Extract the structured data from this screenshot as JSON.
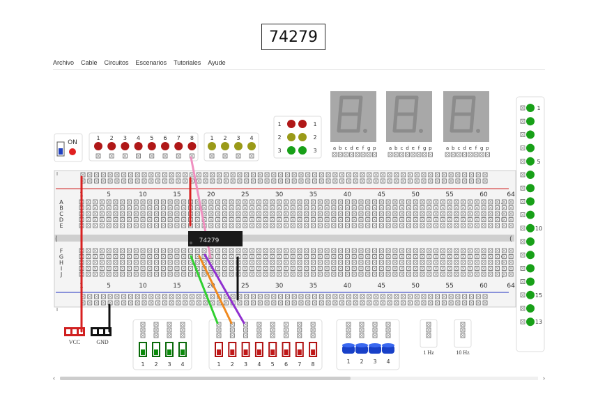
{
  "title": "74279",
  "menu": [
    "Archivo",
    "Cable",
    "Circuitos",
    "Escenarios",
    "Tutoriales",
    "Ayude"
  ],
  "power": {
    "label": "ON"
  },
  "output_leds": {
    "labels": [
      "1",
      "2",
      "3",
      "4",
      "5",
      "6",
      "7",
      "8"
    ],
    "color": "#b01818"
  },
  "yellow_leds": {
    "labels": [
      "1",
      "2",
      "3",
      "4"
    ],
    "color": "#9a9a18"
  },
  "traffic_light": {
    "rows": [
      "1",
      "2",
      "3"
    ]
  },
  "seg_labels": [
    "a",
    "b",
    "c",
    "d",
    "e",
    "f",
    "g",
    "p"
  ],
  "breadboard": {
    "column_numbers": [
      "1",
      "5",
      "10",
      "15",
      "20",
      "25",
      "30",
      "35",
      "40",
      "45",
      "50",
      "55",
      "60",
      "64"
    ],
    "top_rows": [
      "A",
      "B",
      "C",
      "D",
      "E"
    ],
    "bottom_rows": [
      "F",
      "G",
      "H",
      "I",
      "J"
    ]
  },
  "chip": {
    "label": "74279"
  },
  "vcc": "VCC",
  "gnd": "GND",
  "green_switches": {
    "labels": [
      "1",
      "2",
      "3",
      "4"
    ]
  },
  "red_switches": {
    "labels": [
      "1",
      "2",
      "3",
      "4",
      "5",
      "6",
      "7",
      "8"
    ]
  },
  "blue_buttons": {
    "labels": [
      "1",
      "2",
      "3",
      "4"
    ]
  },
  "clock_1hz": "1 Hz",
  "clock_10hz": "10 Hz",
  "side_leds": {
    "labels": [
      "1",
      "",
      "",
      "",
      "5",
      "",
      "",
      "",
      "",
      "10",
      "",
      "",
      "",
      "",
      "15",
      "",
      "13"
    ]
  }
}
